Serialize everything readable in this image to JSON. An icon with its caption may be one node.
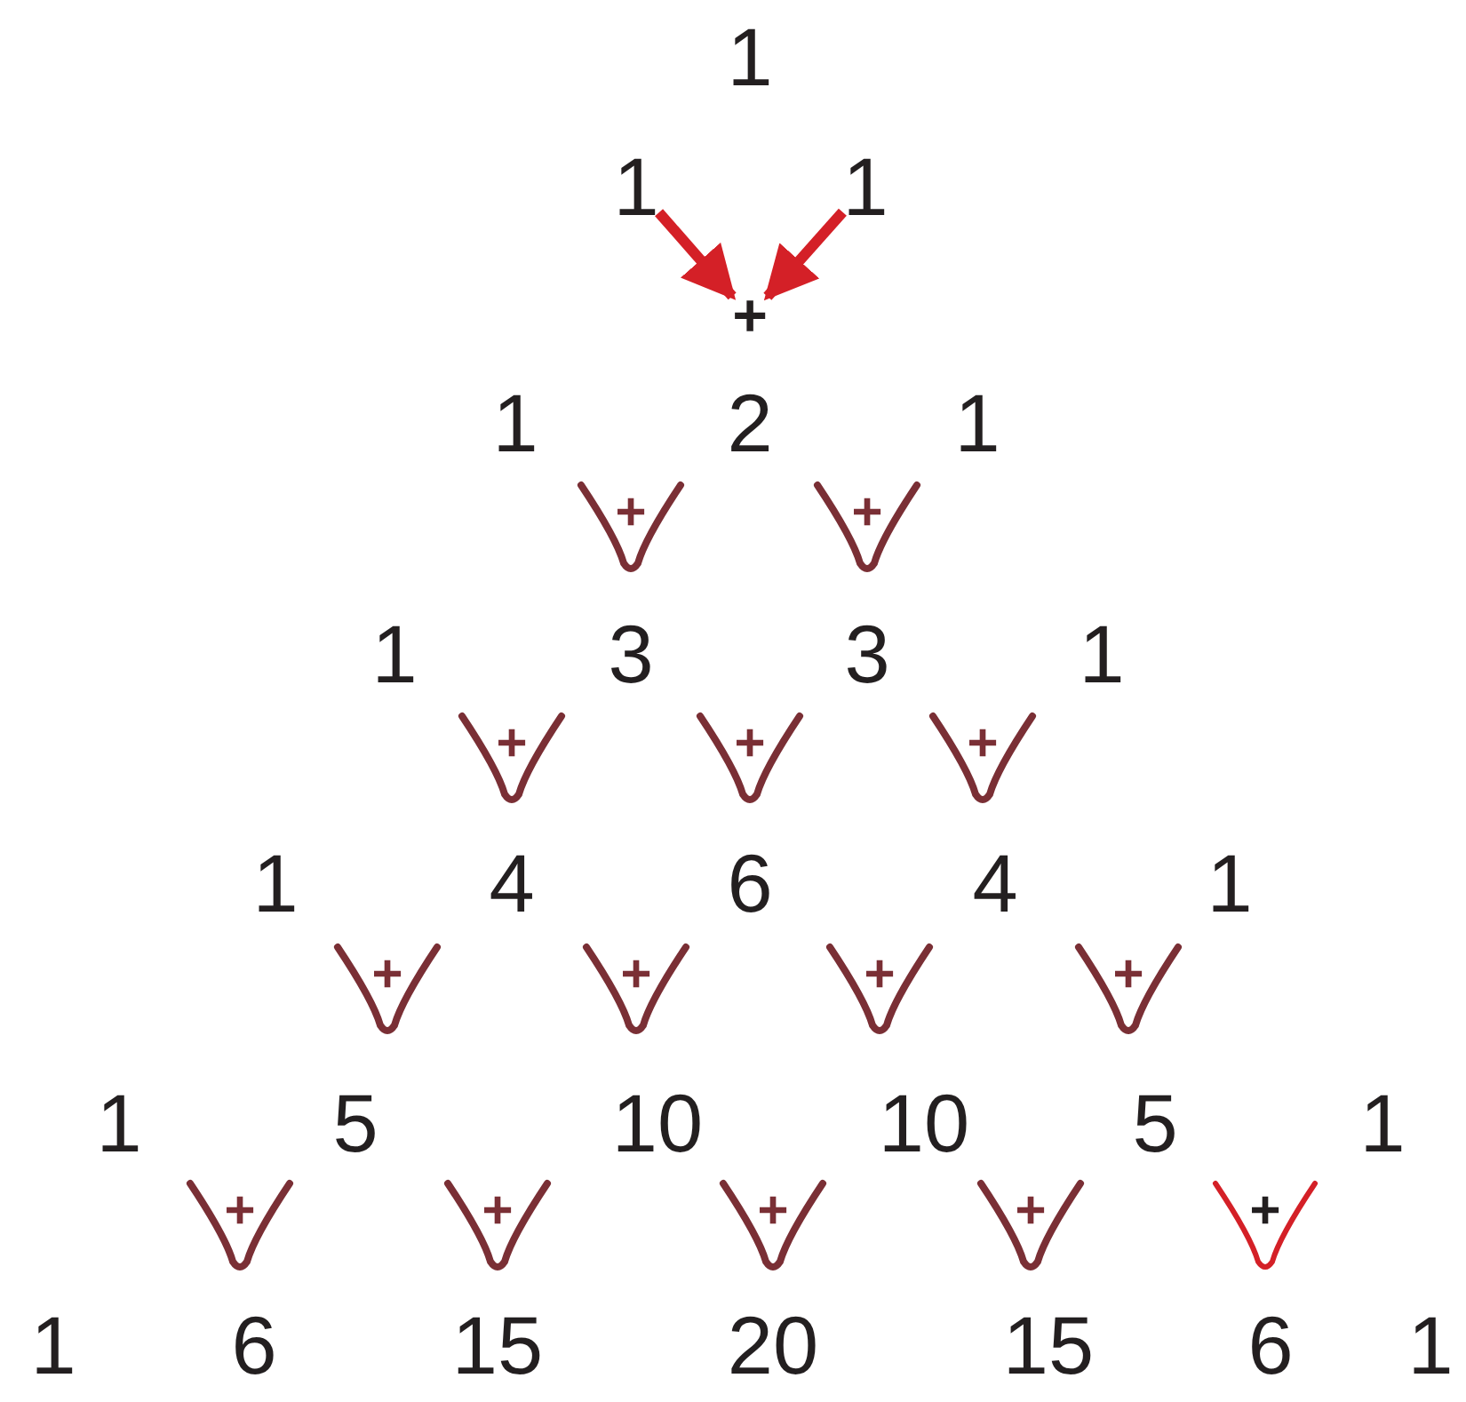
{
  "diagram": {
    "nodes": [
      {
        "text": [
          "1"
        ]
      },
      {
        "text": [
          "1"
        ]
      },
      {
        "text": [
          "1"
        ]
      },
      {
        "text": [
          "+"
        ]
      },
      {
        "text": [
          "1"
        ]
      },
      {
        "text": [
          "2"
        ]
      },
      {
        "text": [
          "1"
        ]
      },
      {
        "text": [
          "1"
        ]
      },
      {
        "text": [
          "3"
        ]
      },
      {
        "text": [
          "3"
        ]
      },
      {
        "text": [
          "1"
        ]
      },
      {
        "text": [
          "1"
        ]
      },
      {
        "text": [
          "4"
        ]
      },
      {
        "text": [
          "6"
        ]
      },
      {
        "text": [
          "4"
        ]
      },
      {
        "text": [
          "1"
        ]
      },
      {
        "text": [
          "1"
        ]
      },
      {
        "text": [
          "5"
        ]
      },
      {
        "text": [
          "10"
        ]
      },
      {
        "text": [
          "10"
        ]
      },
      {
        "text": [
          "5"
        ]
      },
      {
        "text": [
          "1"
        ]
      },
      {
        "text": [
          "1"
        ]
      },
      {
        "text": [
          "6"
        ]
      },
      {
        "text": [
          "15"
        ]
      },
      {
        "text": [
          "20"
        ]
      },
      {
        "text": [
          "15"
        ]
      },
      {
        "text": [
          "6"
        ]
      },
      {
        "text": [
          "1"
        ]
      }
    ],
    "edges": [
      {
        "from": 1,
        "to": 3,
        "arrow": "to",
        "color": "#d42027"
      },
      {
        "from": 2,
        "to": 3,
        "arrow": "to",
        "color": "#d42027"
      }
    ],
    "labels": [
      "+",
      "+",
      "+",
      "+",
      "+",
      "+",
      "+",
      "+",
      "+",
      "+",
      "+",
      "+",
      "+",
      "+"
    ]
  }
}
